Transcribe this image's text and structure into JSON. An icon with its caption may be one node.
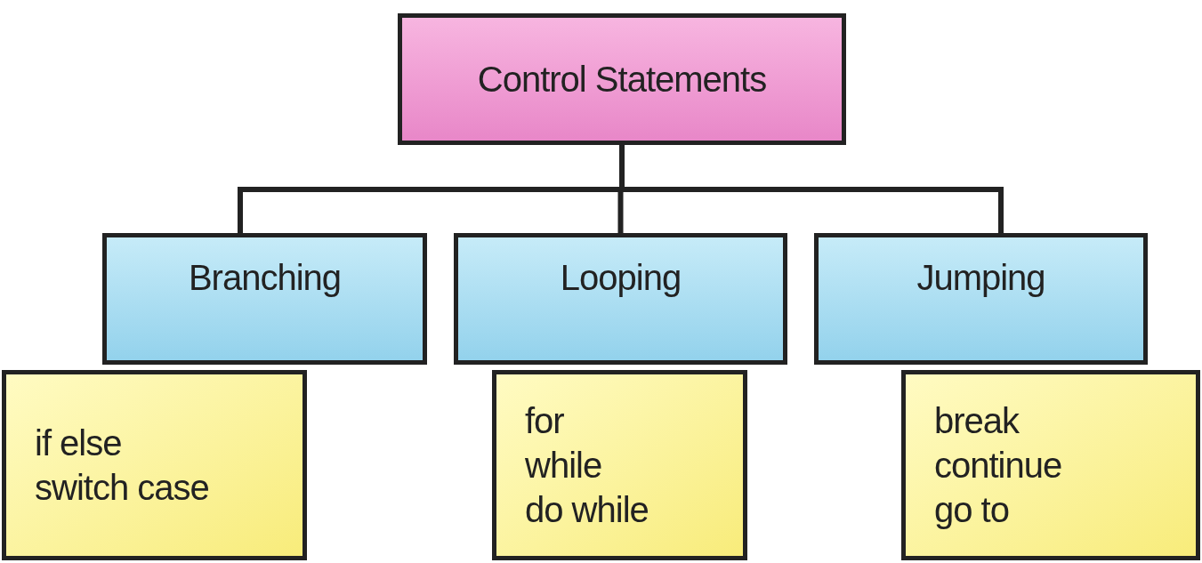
{
  "diagram": {
    "nodes": [
      {
        "text": [
          "Control Statements"
        ]
      },
      {
        "text": [
          "Branching"
        ]
      },
      {
        "text": [
          "Looping"
        ]
      },
      {
        "text": [
          "Jumping"
        ]
      },
      {
        "text": [
          "if else",
          "switch case"
        ]
      },
      {
        "text": [
          "for",
          "while",
          "do while"
        ]
      },
      {
        "text": [
          "break",
          "continue",
          "go to"
        ]
      }
    ],
    "edges": [
      {
        "from": 0,
        "to": 1,
        "arrow": "none"
      },
      {
        "from": 0,
        "to": 2,
        "arrow": "none"
      },
      {
        "from": 0,
        "to": 3,
        "arrow": "none"
      }
    ]
  }
}
